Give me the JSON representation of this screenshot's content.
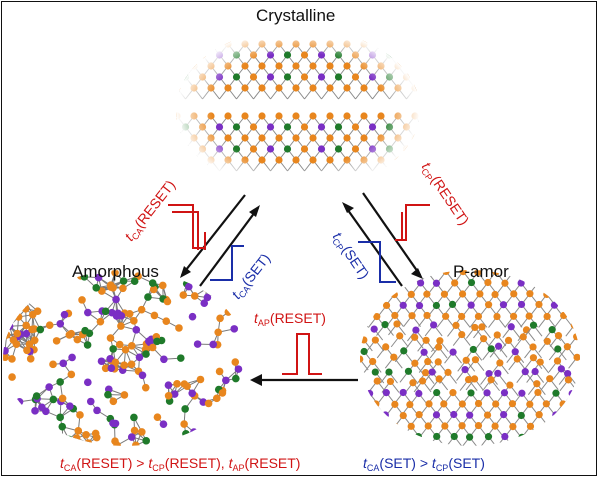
{
  "labels": {
    "crystalline": "Crystalline",
    "amorphous": "Amorphous",
    "p_amor": "P-amor"
  },
  "pulses": {
    "ca_reset": {
      "t": "t",
      "sub": "CA",
      "rest": "(RESET)"
    },
    "ca_set": {
      "t": "t",
      "sub": "CA",
      "rest": "(SET)"
    },
    "cp_reset": {
      "t": "t",
      "sub": "CP",
      "rest": "(RESET)"
    },
    "cp_set": {
      "t": "t",
      "sub": "CP",
      "rest": "(SET)"
    },
    "ap_reset": {
      "t": "t",
      "sub": "AP",
      "rest": "(RESET)"
    }
  },
  "bottom_left": {
    "t1": "t",
    "sub1": "CA",
    "rest1": "(RESET) > ",
    "t2": "t",
    "sub2": "CP",
    "rest2": "(RESET), ",
    "t3": "t",
    "sub3": "AP",
    "rest3": "(RESET)"
  },
  "bottom_right": {
    "t1": "t",
    "sub1": "CA",
    "rest1": "(SET) > ",
    "t2": "t",
    "sub2": "CP",
    "rest2": "(SET)"
  },
  "colors": {
    "reset": "#d01414",
    "set": "#1a2ea8",
    "arrow": "#111111",
    "atom_orange": "#e8861e",
    "atom_purple": "#7a2fc4",
    "atom_green": "#1f7a2a"
  }
}
